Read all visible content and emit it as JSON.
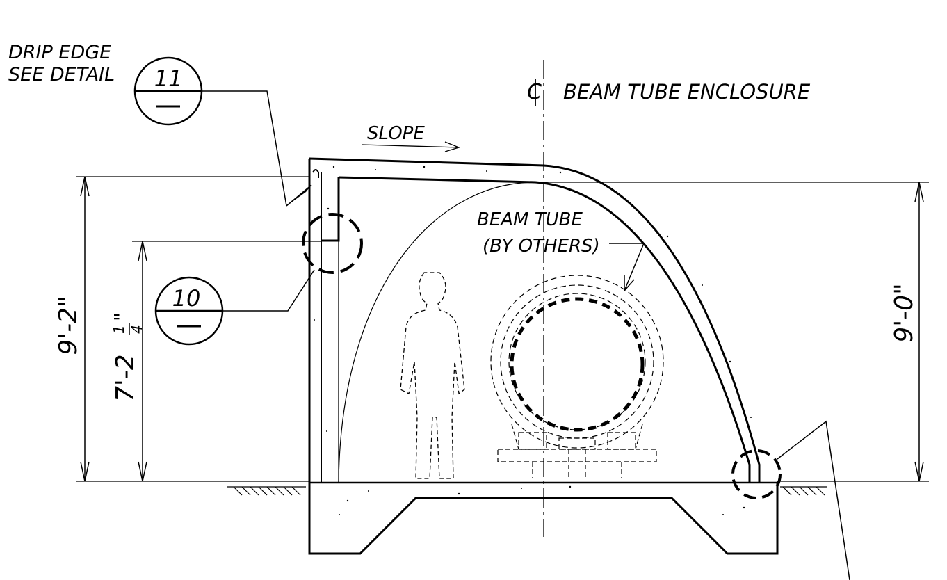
{
  "labels": {
    "drip_edge_line1": "DRIP EDGE",
    "drip_edge_line2": "SEE DETAIL",
    "centerline_title": "BEAM TUBE ENCLOSURE",
    "slope": "SLOPE",
    "beam_tube_line1": "BEAM TUBE",
    "beam_tube_line2": "(BY OTHERS)"
  },
  "detail_callouts": {
    "detail_11_number": "11",
    "detail_10_number": "10"
  },
  "dimensions": {
    "overall_height_left": "9'-2\"",
    "inner_height_left_main": "7'-2",
    "inner_height_left_frac_num": "1",
    "inner_height_left_frac_den": "4",
    "inner_height_left_inch": "\"",
    "overall_height_right": "9'-0\""
  }
}
